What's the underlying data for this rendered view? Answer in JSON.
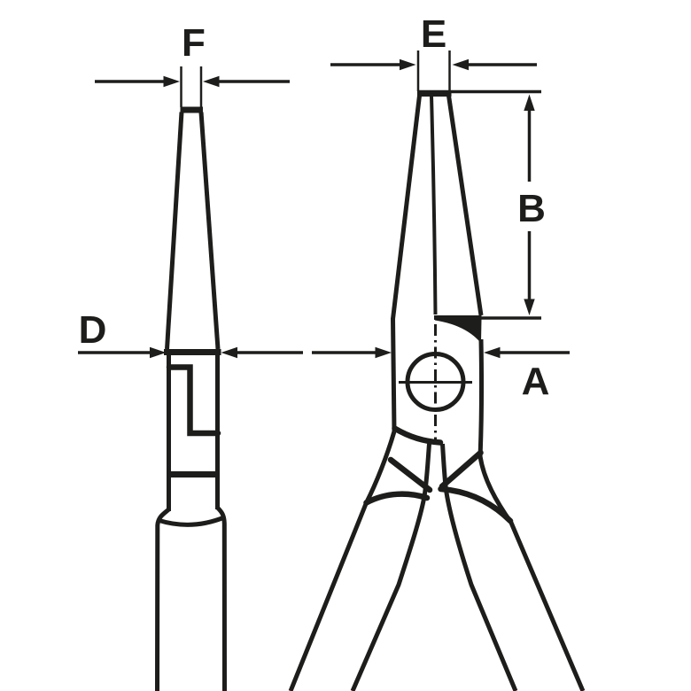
{
  "diagram": {
    "labels": {
      "f": "F",
      "e": "E",
      "b": "B",
      "a": "A",
      "d": "D"
    },
    "colors": {
      "line": "#1d1d1b",
      "background": "#ffffff"
    }
  }
}
